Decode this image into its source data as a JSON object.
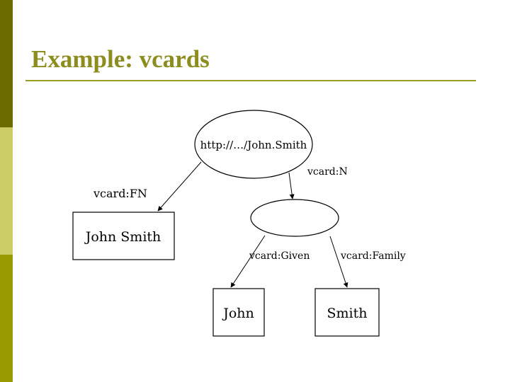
{
  "slide": {
    "title": "Example: vcards",
    "accent_colors": {
      "sidebar_dark": "#6b6b00",
      "sidebar_light": "#cccc66",
      "sidebar_mid": "#999900",
      "title": "#8c8c1f"
    }
  },
  "diagram": {
    "nodes": {
      "root": "http://…/John.Smith",
      "fn_value": "John Smith",
      "blank": "",
      "given_value": "John",
      "family_value": "Smith"
    },
    "edges": {
      "fn": "vcard:FN",
      "n": "vcard:N",
      "given": "vcard:Given",
      "family": "vcard:Family"
    }
  }
}
